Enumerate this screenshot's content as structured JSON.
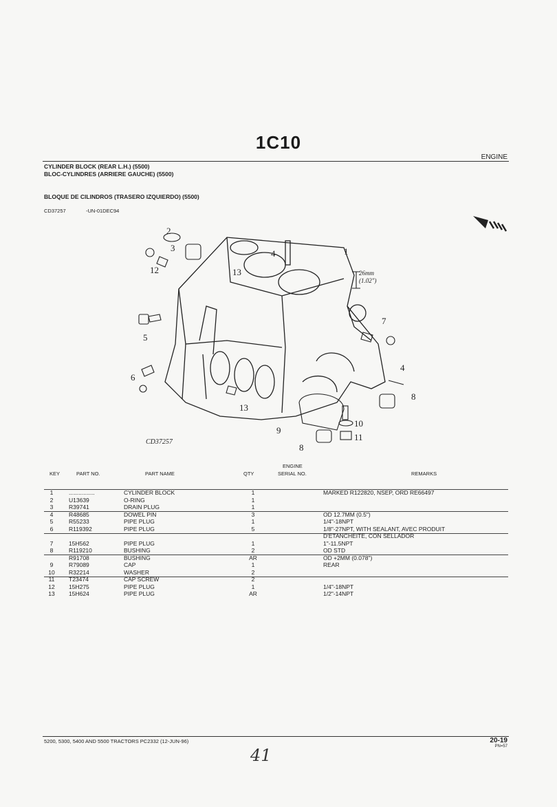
{
  "page_code": "1C10",
  "section": "ENGINE",
  "titles": {
    "en": "CYLINDER BLOCK (REAR L.H.) (5500)",
    "fr": "BLOC-CYLINDRES (ARRIERE GAUCHE) (5500)",
    "es": "BLOQUE DE CILINDROS (TRASERO IZQUIERDO) (5500)"
  },
  "ref": {
    "illustration": "CD37257",
    "code": "-UN-01DEC94"
  },
  "diagram": {
    "caption": "CD37257",
    "dimension": "26mm",
    "dimension_in": "(1.02\")",
    "callouts": [
      "2",
      "3",
      "12",
      "13",
      "4",
      "1",
      "5",
      "7",
      "6",
      "4",
      "8",
      "13",
      "9",
      "10",
      "11",
      "8"
    ]
  },
  "table": {
    "headers": {
      "key": "KEY",
      "part_no": "PART NO.",
      "part_name": "PART NAME",
      "qty": "QTY",
      "engine": "ENGINE",
      "serial": "SERIAL NO.",
      "remarks": "REMARKS"
    },
    "rows": [
      {
        "key": "1",
        "part": "................",
        "name": "CYLINDER BLOCK",
        "qty": "1",
        "remarks": "MARKED R122820, NSEP, ORD RE66497",
        "sep": false
      },
      {
        "key": "2",
        "part": "U13639",
        "name": "O-RING",
        "qty": "1",
        "remarks": "",
        "sep": false
      },
      {
        "key": "3",
        "part": "R39741",
        "name": "DRAIN PLUG",
        "qty": "1",
        "remarks": "",
        "sep": false
      },
      {
        "key": "4",
        "part": "R48685",
        "name": "DOWEL PIN",
        "qty": "3",
        "remarks": "OD 12.7MM (0.5\")",
        "sep": true
      },
      {
        "key": "5",
        "part": "R55233",
        "name": "PIPE PLUG",
        "qty": "1",
        "remarks": "1/4\"-18NPT",
        "sep": false
      },
      {
        "key": "6",
        "part": "R119392",
        "name": "PIPE PLUG",
        "qty": "5",
        "remarks": "1/8\"-27NPT, WITH SEALANT, AVEC PRODUIT",
        "sep": false
      },
      {
        "key": "",
        "part": "",
        "name": "",
        "qty": "",
        "remarks": " D'ETANCHEITE, CON SELLADOR",
        "sep": true
      },
      {
        "key": "7",
        "part": "15H562",
        "name": "PIPE PLUG",
        "qty": "1",
        "remarks": "1\"-11.5NPT",
        "sep": false
      },
      {
        "key": "8",
        "part": "R119210",
        "name": "BUSHING",
        "qty": "2",
        "remarks": "OD STD",
        "sep": false
      },
      {
        "key": "",
        "part": "R91708",
        "name": "BUSHING",
        "qty": "AR",
        "remarks": "OD +2MM (0.078\")",
        "sep": true
      },
      {
        "key": "9",
        "part": "R79089",
        "name": "CAP",
        "qty": "1",
        "remarks": "REAR",
        "sep": false
      },
      {
        "key": "10",
        "part": "R32214",
        "name": "WASHER",
        "qty": "2",
        "remarks": "",
        "sep": false
      },
      {
        "key": "11",
        "part": "T23474",
        "name": "CAP SCREW",
        "qty": "2",
        "remarks": "",
        "sep": true
      },
      {
        "key": "12",
        "part": "15H275",
        "name": "PIPE PLUG",
        "qty": "1",
        "remarks": "1/4\"-18NPT",
        "sep": false
      },
      {
        "key": "13",
        "part": "15H624",
        "name": "PIPE PLUG",
        "qty": "AR",
        "remarks": "1/2\"-14NPT",
        "sep": false
      }
    ]
  },
  "footer": {
    "left": "5200, 5300, 5400 AND 5500 TRACTORS   PC2332     (12-JUN-96)",
    "page": "20-19",
    "pn": "PN=57",
    "handwritten": "41"
  }
}
